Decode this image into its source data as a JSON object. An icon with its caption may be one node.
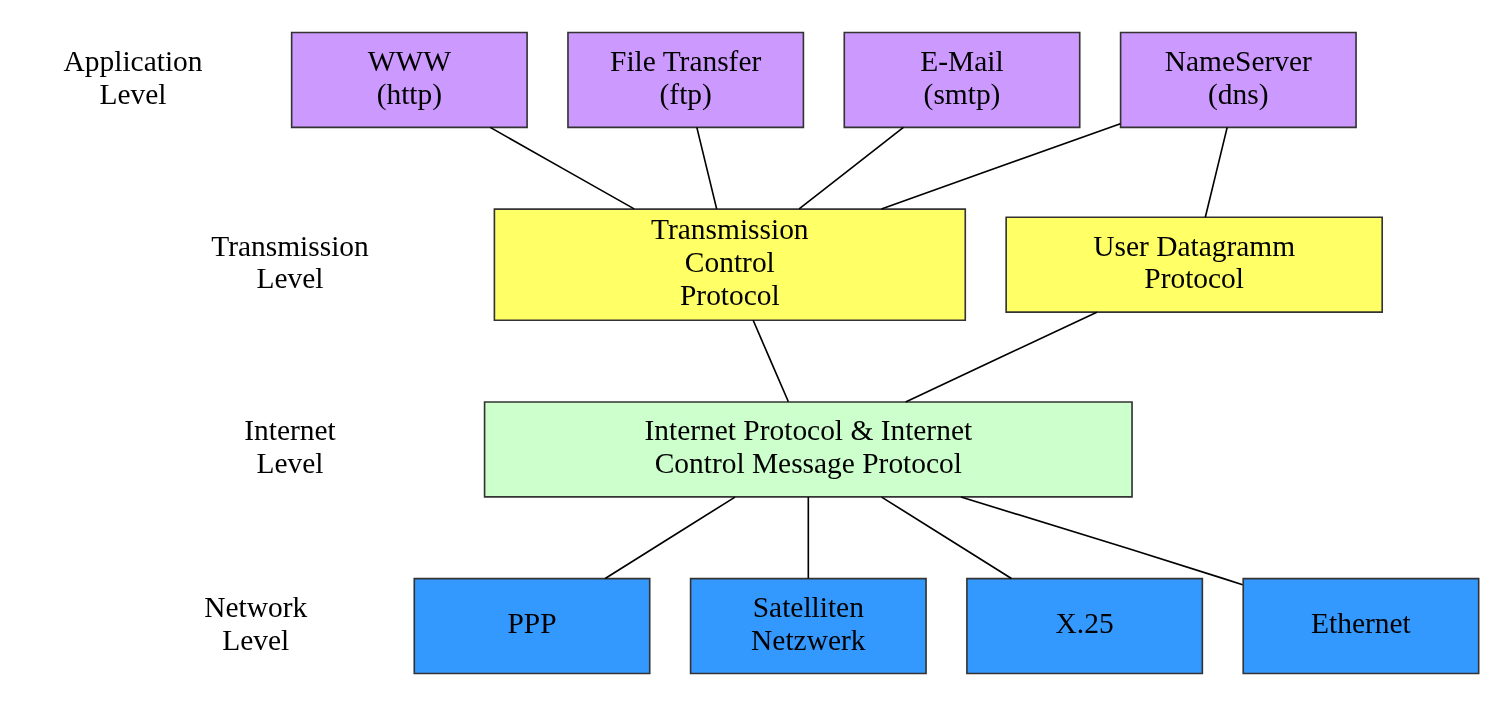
{
  "diagram": {
    "nodes": [
      {
        "text": [
          "WWW",
          "(http)"
        ]
      },
      {
        "text": [
          "File Transfer",
          "(ftp)"
        ]
      },
      {
        "text": [
          "E-Mail",
          "(smtp)"
        ]
      },
      {
        "text": [
          "NameServer",
          "(dns)"
        ]
      },
      {
        "text": [
          "Transmission Control Protocol"
        ]
      },
      {
        "text": [
          "User Datagramm Protocol"
        ]
      },
      {
        "text": [
          "Internet Protocol & Internet Control Message Protocol"
        ]
      },
      {
        "text": [
          "PPP"
        ]
      },
      {
        "text": [
          "Satelliten Netzwerk"
        ]
      },
      {
        "text": [
          "X.25"
        ]
      },
      {
        "text": [
          "Ethernet"
        ]
      }
    ],
    "edges": [
      {
        "from": 0,
        "to": 4,
        "arrow": "none"
      },
      {
        "from": 1,
        "to": 4,
        "arrow": "none"
      },
      {
        "from": 2,
        "to": 4,
        "arrow": "none"
      },
      {
        "from": 3,
        "to": 4,
        "arrow": "none"
      },
      {
        "from": 3,
        "to": 5,
        "arrow": "none"
      },
      {
        "from": 4,
        "to": 6,
        "arrow": "none"
      },
      {
        "from": 5,
        "to": 6,
        "arrow": "none"
      },
      {
        "from": 6,
        "to": 7,
        "arrow": "none"
      },
      {
        "from": 6,
        "to": 8,
        "arrow": "none"
      },
      {
        "from": 6,
        "to": 9,
        "arrow": "none"
      },
      {
        "from": 6,
        "to": 10,
        "arrow": "none"
      }
    ],
    "labels": [
      "Application Level",
      "Transmission Level",
      "Internet Level",
      "Network Level"
    ]
  }
}
